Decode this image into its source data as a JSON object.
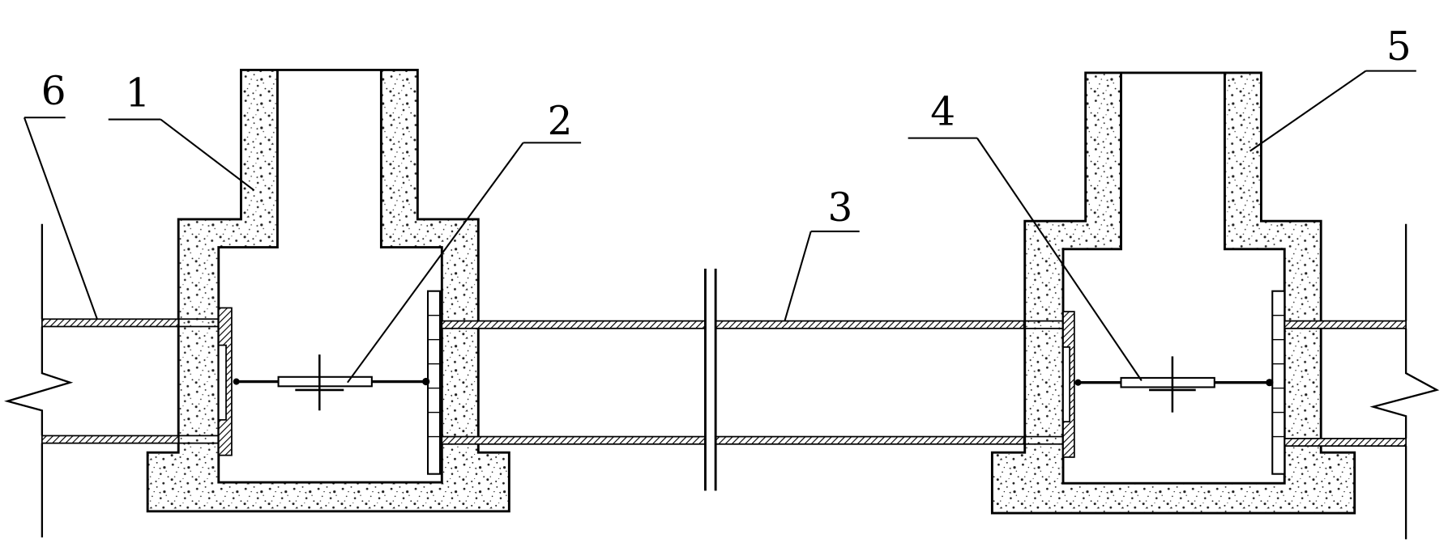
{
  "callouts": [
    {
      "label": "6",
      "part": "pipe-left"
    },
    {
      "label": "1",
      "part": "well-left-wall"
    },
    {
      "label": "2",
      "part": "expansion-rod-left"
    },
    {
      "label": "3",
      "part": "pipe-middle"
    },
    {
      "label": "4",
      "part": "expansion-rod-right"
    },
    {
      "label": "5",
      "part": "well-right-wall"
    }
  ],
  "colors": {
    "line": "#000000",
    "concrete_dot": "#222222",
    "background": "#ffffff"
  }
}
